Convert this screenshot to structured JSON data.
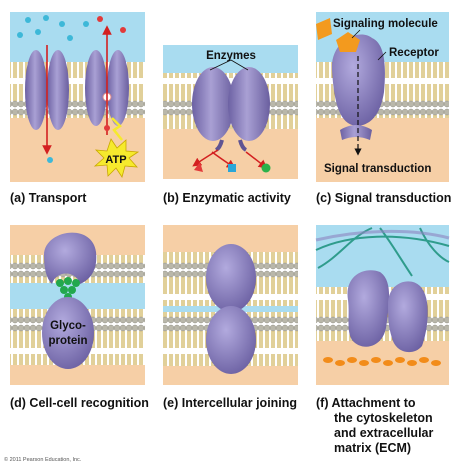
{
  "panels": {
    "a": {
      "caption": "(a) Transport",
      "atp_label": "ATP"
    },
    "b": {
      "caption": "(b) Enzymatic activity",
      "enzymes_label": "Enzymes"
    },
    "c": {
      "caption": "(c) Signal transduction",
      "signaling_label": "Signaling molecule",
      "receptor_label": "Receptor",
      "transduction_label": "Signal transduction"
    },
    "d": {
      "caption": "(d) Cell-cell recognition",
      "glyco_line1": "Glyco-",
      "glyco_line2": "protein"
    },
    "e": {
      "caption": "(e) Intercellular joining"
    },
    "f": {
      "caption_line1": "(f) Attachment to",
      "caption_line2": "the cytoskeleton",
      "caption_line3": "and extracellular",
      "caption_line4": "matrix (ECM)"
    }
  },
  "copyright": "© 2011 Pearson Education, Inc.",
  "colors": {
    "extracellular": "#a9dcf0",
    "cytoplasm": "#f6cfa6",
    "phospholipid_head": "#b9b7aa",
    "phospholipid_tail": "#d8c062",
    "protein": "#8e83bf",
    "protein_shadow": "#5f5493",
    "atp_star": "#f6ea2d",
    "signal_molecule": "#f39a1e",
    "glycan": "#22a84d",
    "ecm_fiber": "#2f9c8c",
    "cytoskeleton": "#f28c1a"
  },
  "icons": [
    "atp-starburst-icon",
    "arrow-icon",
    "solute-dot-icon"
  ]
}
